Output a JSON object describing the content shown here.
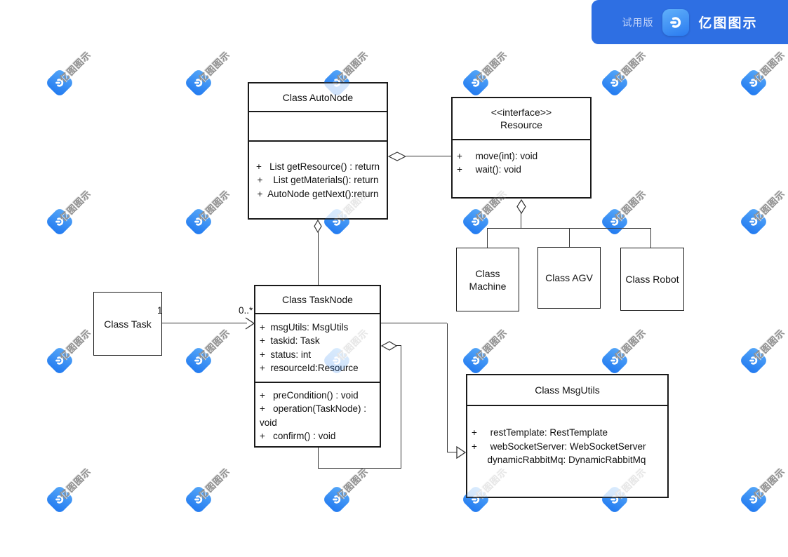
{
  "badge": {
    "trial_label": "试用版",
    "brand": "亿图图示"
  },
  "watermark": {
    "text": "亿图图示"
  },
  "classes": {
    "autonode": {
      "title": "Class AutoNode",
      "methods": [
        "+   List getResource() : return",
        "+    List getMaterials(): return",
        "+  AutoNode getNext():return"
      ]
    },
    "resource": {
      "stereotype": "<<interface>>",
      "title": "Resource",
      "methods": [
        "+     move(int): void",
        "+     wait(): void"
      ]
    },
    "machine": {
      "title": "Class Machine"
    },
    "agv": {
      "title": "Class AGV"
    },
    "robot": {
      "title": "Class Robot"
    },
    "task": {
      "title": "Class Task"
    },
    "tasknode": {
      "title": "Class TaskNode",
      "attributes": [
        "+  msgUtils: MsgUtils",
        "+  taskid: Task",
        "+  status: int",
        "+  resourceId:Resource"
      ],
      "methods": [
        "+   preCondition() : void",
        "+   operation(TaskNode) :",
        "void",
        "+   confirm() : void"
      ]
    },
    "msgutils": {
      "title": "Class MsgUtils",
      "attributes": [
        "+     restTemplate: RestTemplate",
        "+     webSocketServer: WebSocketServer",
        "      dynamicRabbitMq: DynamicRabbitMq"
      ]
    }
  },
  "labels": {
    "task_multiplicity": "1",
    "tasknode_multiplicity": "0..*"
  },
  "theme": {
    "accent_blue": "#2e6fe3",
    "icon_blue_light": "#57a8f8",
    "icon_blue_dark": "#1f78f0",
    "line_color": "#333333",
    "box_border": "#1a1a1a",
    "watermark_gray": "#8f8f8f"
  }
}
